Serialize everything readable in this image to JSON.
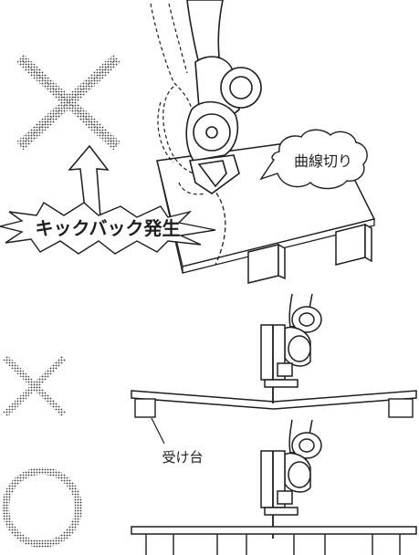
{
  "labels": {
    "kickback": "キックバック発生",
    "curve_cut": "曲線切り",
    "support": "受け台"
  },
  "marks": {
    "top_mark": "cross",
    "middle_mark": "cross",
    "bottom_mark": "circle"
  },
  "colors": {
    "ink": "#1e1e1e",
    "hatch": "#555555",
    "board_fill": "#ffffff"
  }
}
